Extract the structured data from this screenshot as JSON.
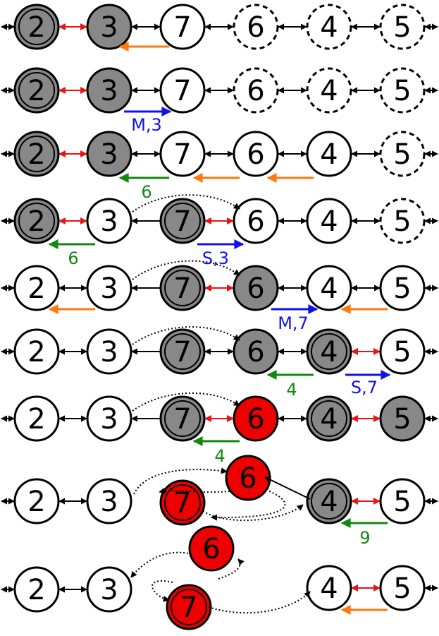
{
  "colors": {
    "gray": "#888888",
    "white": "#ffffff",
    "red": "#ee0000",
    "stroke": "#000000",
    "link_red": "#ee1111",
    "orange": "#ff7711",
    "blue": "#1111ee",
    "green": "#118811"
  },
  "rows": [
    {
      "nodes": [
        {
          "label": "2",
          "fill": "gray",
          "double": true
        },
        {
          "label": "3",
          "fill": "gray"
        },
        {
          "label": "7",
          "fill": "white"
        },
        {
          "label": "6",
          "fill": "white",
          "dashed": true
        },
        {
          "label": "4",
          "fill": "white",
          "dashed": true
        },
        {
          "label": "5",
          "fill": "white",
          "dashed": true
        }
      ],
      "red_links": [
        [
          0,
          1
        ]
      ],
      "arrows": [
        {
          "color": "orange",
          "dir": "left",
          "text": ""
        }
      ]
    },
    {
      "nodes": [
        {
          "label": "2",
          "fill": "gray",
          "double": true
        },
        {
          "label": "3",
          "fill": "gray"
        },
        {
          "label": "7",
          "fill": "white"
        },
        {
          "label": "6",
          "fill": "white",
          "dashed": true
        },
        {
          "label": "4",
          "fill": "white",
          "dashed": true
        },
        {
          "label": "5",
          "fill": "white",
          "dashed": true
        }
      ],
      "red_links": [
        [
          0,
          1
        ]
      ],
      "arrows": [
        {
          "color": "blue",
          "dir": "right",
          "text": "M,3"
        }
      ]
    },
    {
      "nodes": [
        {
          "label": "2",
          "fill": "gray",
          "double": true
        },
        {
          "label": "3",
          "fill": "gray"
        },
        {
          "label": "7",
          "fill": "white"
        },
        {
          "label": "6",
          "fill": "white"
        },
        {
          "label": "4",
          "fill": "white"
        },
        {
          "label": "5",
          "fill": "white",
          "dashed": true
        }
      ],
      "red_links": [
        [
          0,
          1
        ]
      ],
      "arrows": [
        {
          "color": "green",
          "dir": "left",
          "text": "6"
        },
        {
          "color": "orange",
          "dir": "left",
          "text": ""
        },
        {
          "color": "orange",
          "dir": "left",
          "text": ""
        }
      ]
    },
    {
      "nodes": [
        {
          "label": "2",
          "fill": "gray",
          "double": true
        },
        {
          "label": "3",
          "fill": "white"
        },
        {
          "label": "7",
          "fill": "gray",
          "double": true
        },
        {
          "label": "6",
          "fill": "white"
        },
        {
          "label": "4",
          "fill": "white"
        },
        {
          "label": "5",
          "fill": "white",
          "dashed": true
        }
      ],
      "red_links": [
        [
          0,
          1
        ],
        [
          2,
          3
        ]
      ],
      "arrows": [
        {
          "color": "green",
          "dir": "left",
          "text": "6"
        },
        {
          "color": "blue",
          "dir": "right",
          "text": "S,3"
        }
      ]
    },
    {
      "nodes": [
        {
          "label": "2",
          "fill": "white"
        },
        {
          "label": "3",
          "fill": "white"
        },
        {
          "label": "7",
          "fill": "gray",
          "double": true
        },
        {
          "label": "6",
          "fill": "gray"
        },
        {
          "label": "4",
          "fill": "white"
        },
        {
          "label": "5",
          "fill": "white"
        }
      ],
      "red_links": [
        [
          2,
          3
        ]
      ],
      "arrows": [
        {
          "color": "orange",
          "dir": "left",
          "text": ""
        },
        {
          "color": "blue",
          "dir": "right",
          "text": "M,7"
        },
        {
          "color": "orange",
          "dir": "left",
          "text": ""
        }
      ]
    },
    {
      "nodes": [
        {
          "label": "2",
          "fill": "white"
        },
        {
          "label": "3",
          "fill": "white"
        },
        {
          "label": "7",
          "fill": "gray",
          "double": true
        },
        {
          "label": "6",
          "fill": "gray"
        },
        {
          "label": "4",
          "fill": "gray",
          "double": true
        },
        {
          "label": "5",
          "fill": "white"
        }
      ],
      "red_links": [
        [
          4,
          5
        ]
      ],
      "arrows": [
        {
          "color": "green",
          "dir": "left",
          "text": "4"
        },
        {
          "color": "blue",
          "dir": "right",
          "text": "S,7"
        }
      ]
    },
    {
      "nodes": [
        {
          "label": "2",
          "fill": "white"
        },
        {
          "label": "3",
          "fill": "white"
        },
        {
          "label": "7",
          "fill": "gray",
          "double": true
        },
        {
          "label": "6",
          "fill": "red"
        },
        {
          "label": "4",
          "fill": "gray",
          "double": true
        },
        {
          "label": "5",
          "fill": "gray"
        }
      ],
      "red_links": [
        [
          2,
          3
        ],
        [
          4,
          5
        ]
      ],
      "arrows": [
        {
          "color": "green",
          "dir": "left",
          "text": "4"
        }
      ]
    },
    {
      "nodes": [
        {
          "label": "2",
          "fill": "white"
        },
        {
          "label": "3",
          "fill": "white"
        },
        {
          "label": "7",
          "fill": "red",
          "double": true
        },
        {
          "label": "6",
          "fill": "red"
        },
        {
          "label": "4",
          "fill": "gray",
          "double": true
        },
        {
          "label": "5",
          "fill": "white"
        }
      ],
      "red_links": [
        [
          4,
          5
        ]
      ],
      "arrows": [
        {
          "color": "green",
          "dir": "left",
          "text": "9"
        }
      ]
    },
    {
      "nodes": [
        {
          "label": "2",
          "fill": "white"
        },
        {
          "label": "3",
          "fill": "white"
        },
        {
          "label": "6",
          "fill": "red"
        },
        {
          "label": "7",
          "fill": "red",
          "double": true
        },
        {
          "label": "4",
          "fill": "white"
        },
        {
          "label": "5",
          "fill": "white"
        }
      ],
      "red_links": [
        [
          4,
          5
        ]
      ],
      "arrows": [
        {
          "color": "orange",
          "dir": "left",
          "text": ""
        }
      ]
    }
  ]
}
